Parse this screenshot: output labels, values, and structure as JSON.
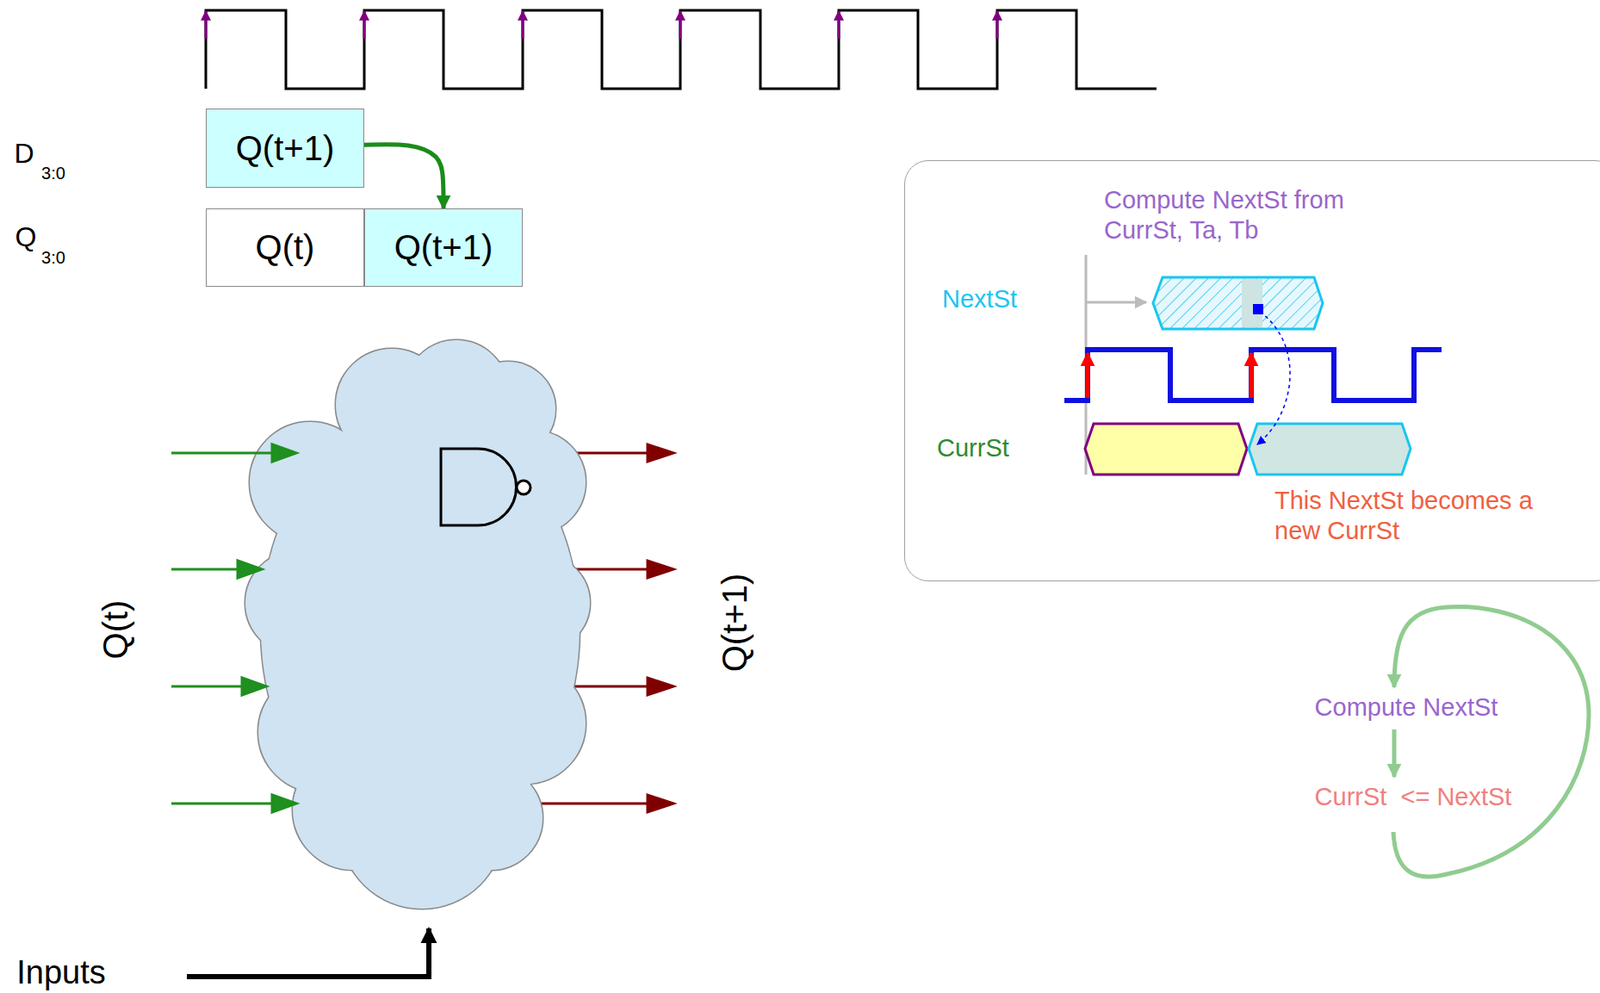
{
  "diagram": {
    "nodes": [
      {
        "text": [
          "Q(t+1)"
        ]
      },
      {
        "text": [
          "Q(t)"
        ]
      },
      {
        "text": [
          "Q(t+1)"
        ]
      },
      {
        "text": [
          "Compute NextSt from CurrSt, Ta, Tb",
          "NextSt",
          "CurrSt",
          "This NextSt becomes a new CurrSt"
        ]
      }
    ],
    "edges": [
      {
        "from": 0,
        "to": 2,
        "arrow": "to"
      }
    ],
    "labels": [
      "D",
      "3:0",
      "Q",
      "3:0",
      "Q(t)",
      "Q(t+1)",
      "Inputs",
      "Compute NextSt",
      "CurrSt  <= NextSt"
    ]
  }
}
